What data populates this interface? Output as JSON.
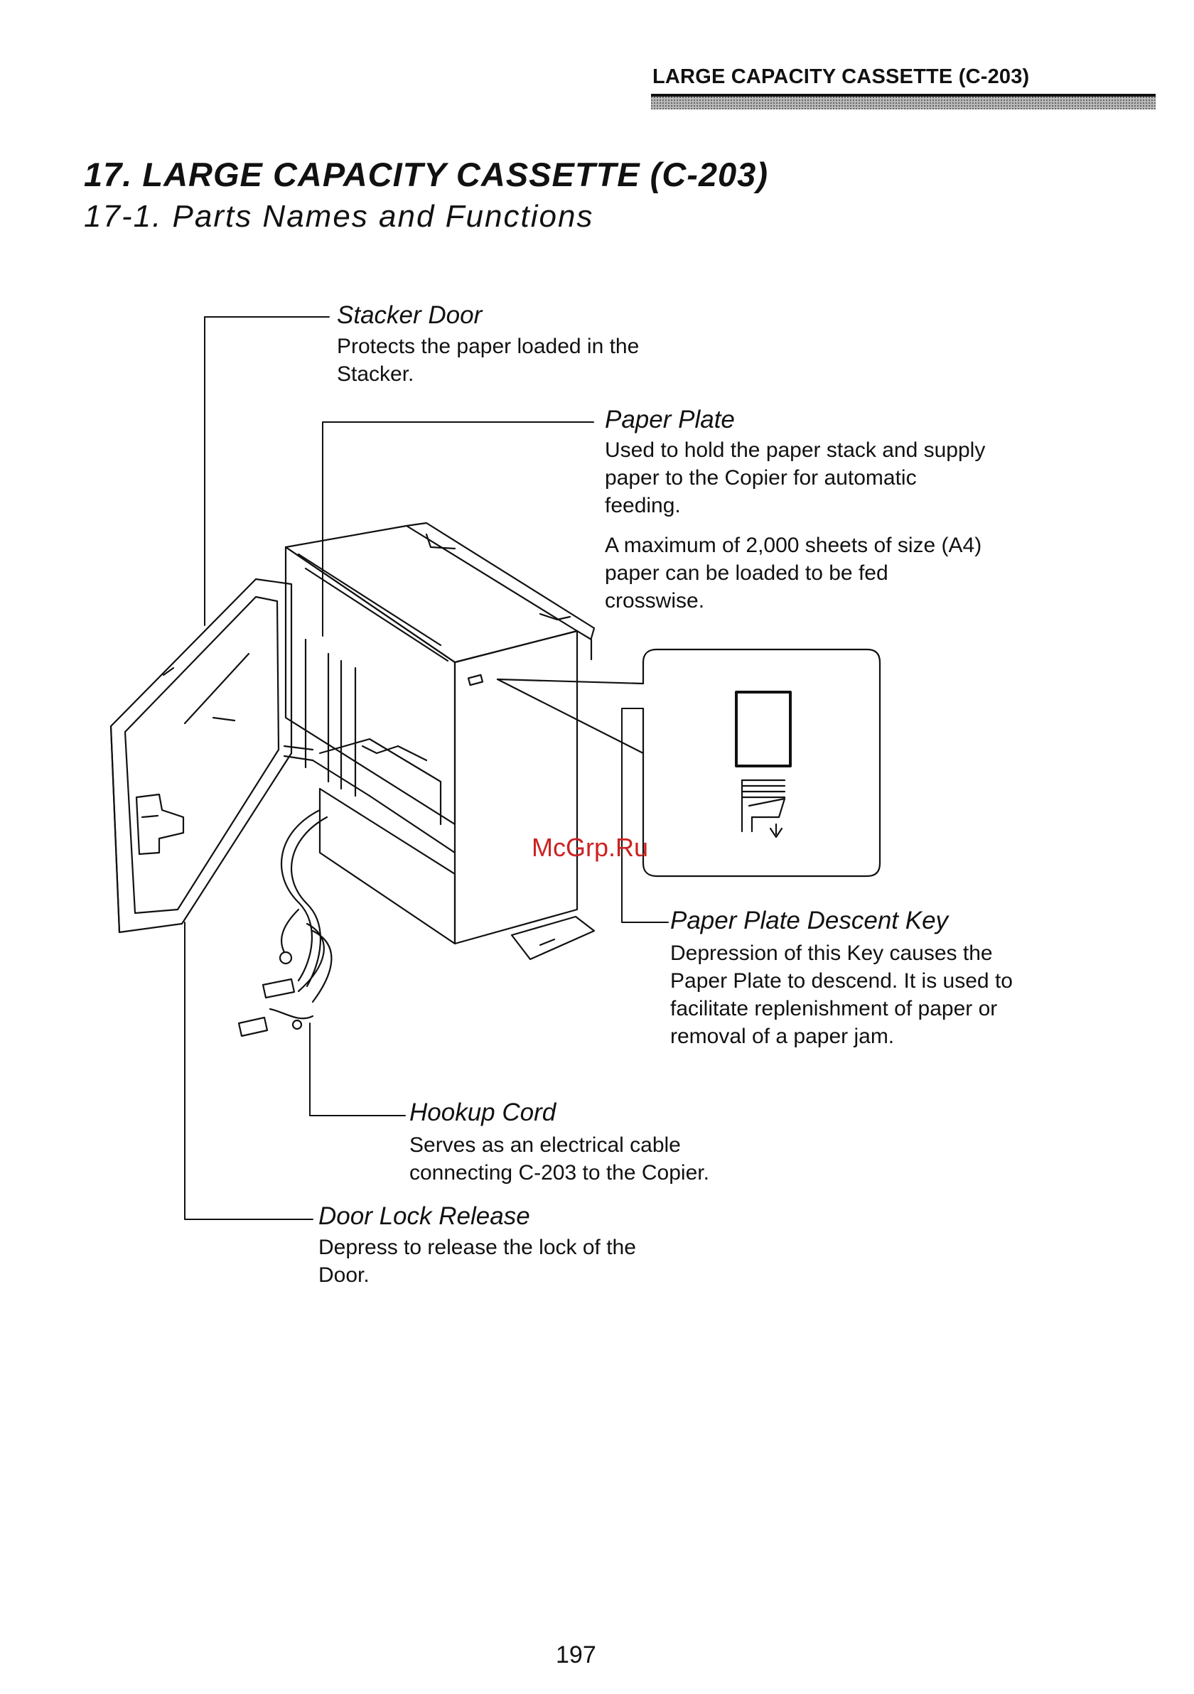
{
  "header": {
    "running_head": "LARGE CAPACITY CASSETTE (C-203)"
  },
  "chapter_title": "17. LARGE CAPACITY CASSETTE (C-203)",
  "section_title": "17-1. Parts Names and Functions",
  "callouts": [
    {
      "name": "Stacker Door",
      "description": "Protects the paper loaded in the\nStacker."
    },
    {
      "name": "Paper Plate",
      "description": "Used to hold the paper stack and supply\npaper to the Copier for automatic\nfeeding.",
      "description_2": "A maximum of 2,000 sheets of size (A4)\npaper can be loaded to be fed\ncrosswise."
    },
    {
      "name": "Paper Plate Descent Key",
      "description": "Depression of this Key causes the\nPaper Plate to descend. It is used to\nfacilitate replenishment of paper or\nremoval of a paper jam."
    },
    {
      "name": "Hookup Cord",
      "description": "Serves as an electrical cable\nconnecting C-203 to the Copier."
    },
    {
      "name": "Door Lock Release",
      "description": "Depress to release the lock of the\nDoor."
    }
  ],
  "watermark": "McGrp.Ru",
  "page_number": "197"
}
